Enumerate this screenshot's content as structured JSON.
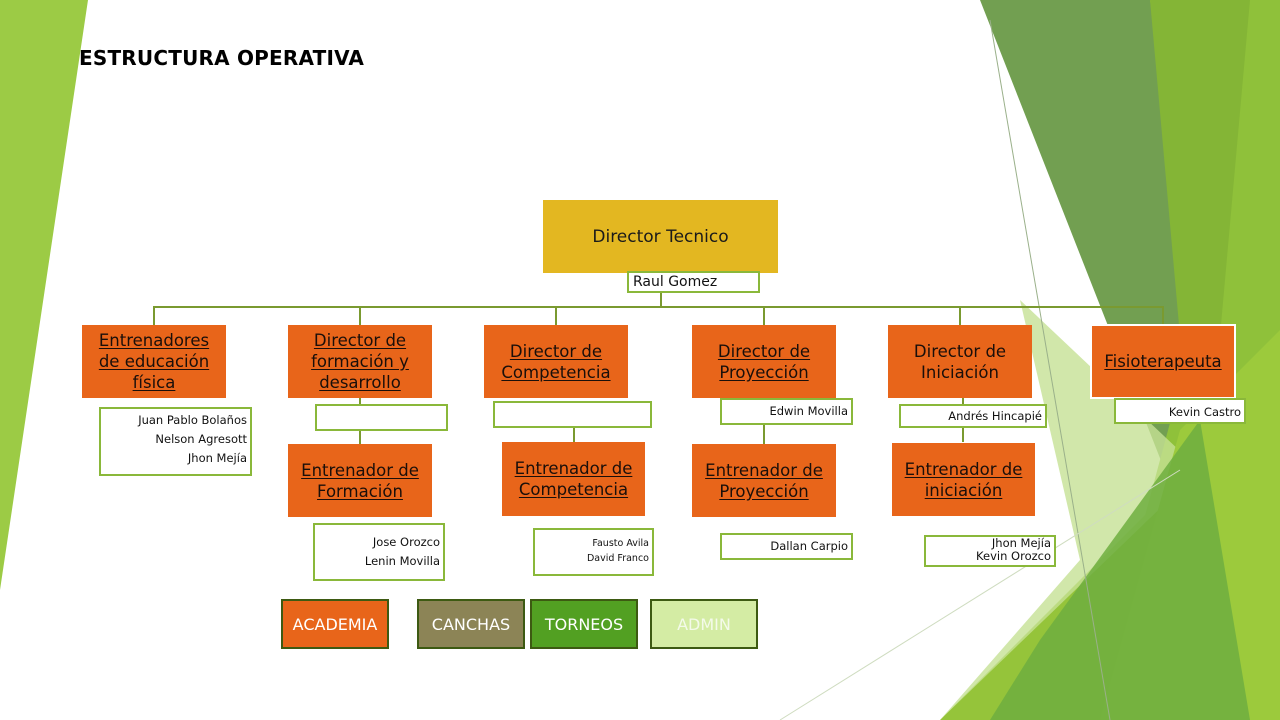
{
  "title": "ESTRUCTURA OPERATIVA",
  "root": {
    "role": "Director Tecnico",
    "names": [
      "Raul Gomez"
    ]
  },
  "directors": [
    {
      "role_lines": [
        "Entrenadores",
        "de educación",
        "física"
      ],
      "names": [
        "Juan Pablo Bolaños",
        "Nelson Agresott",
        "Jhon Mejía"
      ]
    },
    {
      "role_lines": [
        "Director de",
        "formación y",
        "desarrollo"
      ],
      "names": [],
      "trainer": {
        "role_lines": [
          "Entrenador de",
          "Formación"
        ],
        "names": [
          "Jose Orozco",
          "Lenin Movilla"
        ]
      }
    },
    {
      "role_lines": [
        "Director de",
        "Competencia"
      ],
      "names": [],
      "trainer": {
        "role_lines": [
          "Entrenador de",
          "Competencia"
        ],
        "names": [
          "Fausto Avila",
          "David Franco"
        ]
      }
    },
    {
      "role_lines": [
        "Director de",
        "Proyección"
      ],
      "names": [
        "Edwin Movilla"
      ],
      "trainer": {
        "role_lines": [
          "Entrenador de",
          "Proyección"
        ],
        "names": [
          "Dallan Carpio"
        ]
      }
    },
    {
      "role_lines": [
        "Director de",
        "Iniciación"
      ],
      "names": [
        "Andrés Hincapié"
      ],
      "trainer": {
        "role_lines": [
          "Entrenador de",
          "iniciación"
        ],
        "names": [
          "Jhon Mejía",
          "Kevin Orozco"
        ]
      }
    },
    {
      "role_lines": [
        "Fisioterapeuta"
      ],
      "names": [
        "Kevin Castro"
      ]
    }
  ],
  "legend": [
    {
      "label": "ACADEMIA",
      "color": "#e8651a"
    },
    {
      "label": "CANCHAS",
      "color": "#8c8456"
    },
    {
      "label": "TORNEOS",
      "color": "#52a022"
    },
    {
      "label": "ADMIN",
      "color": "#d4eca4"
    }
  ],
  "colors": {
    "accent_orange": "#e8651a",
    "root_gold": "#e3b721",
    "border_green": "#8ab83a"
  }
}
